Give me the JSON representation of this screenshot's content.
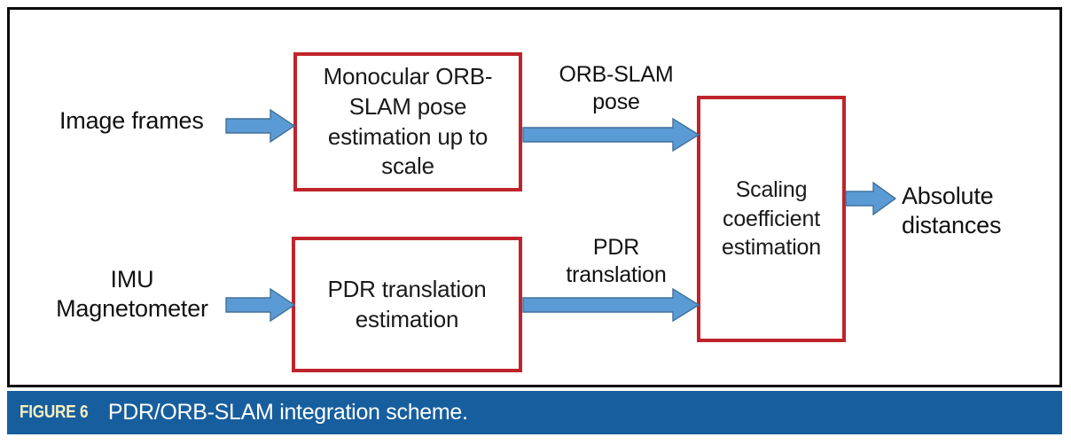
{
  "figure": {
    "caption_number": "FIGURE 6",
    "caption_text": "PDR/ORB-SLAM integration scheme.",
    "caption_bar_color": "#175e9e",
    "caption_number_color": "#f7efc0",
    "caption_text_color": "#ffffff",
    "frame_border_color": "#0a0a0a",
    "background_color": "#ffffff"
  },
  "style": {
    "box_border_color": "#c0232b",
    "box_fill_color": "#ffffff",
    "arrow_fill_color": "#5b9bd5",
    "arrow_stroke_color": "#41719c",
    "text_color": "#111111"
  },
  "diagram": {
    "type": "flow-diagram",
    "inputs": [
      {
        "id": "image-frames",
        "label": "Image frames"
      },
      {
        "id": "imu-magnetometer",
        "label": "IMU\nMagnetometer"
      }
    ],
    "blocks": [
      {
        "id": "orbslam-pose-estimation",
        "label": "Monocular ORB-SLAM pose estimation up to scale"
      },
      {
        "id": "pdr-translation-estimation",
        "label": "PDR translation estimation"
      },
      {
        "id": "scaling-coefficient-estimation",
        "label": "Scaling coefficient estimation"
      }
    ],
    "edge_labels": [
      {
        "id": "orbslam-pose",
        "label": "ORB-SLAM\npose"
      },
      {
        "id": "pdr-translation",
        "label": "PDR\ntranslation"
      }
    ],
    "outputs": [
      {
        "id": "absolute-distances",
        "label": "Absolute\ndistances"
      }
    ],
    "arrows": [
      {
        "id": "image-frames-to-orbslam",
        "from": "image-frames",
        "to": "orbslam-pose-estimation"
      },
      {
        "id": "imu-to-pdr",
        "from": "imu-magnetometer",
        "to": "pdr-translation-estimation"
      },
      {
        "id": "orbslam-to-scaling",
        "from": "orbslam-pose-estimation",
        "to": "scaling-coefficient-estimation",
        "label": "ORB-SLAM pose"
      },
      {
        "id": "pdr-to-scaling",
        "from": "pdr-translation-estimation",
        "to": "scaling-coefficient-estimation",
        "label": "PDR translation"
      },
      {
        "id": "scaling-to-output",
        "from": "scaling-coefficient-estimation",
        "to": "absolute-distances"
      }
    ]
  }
}
